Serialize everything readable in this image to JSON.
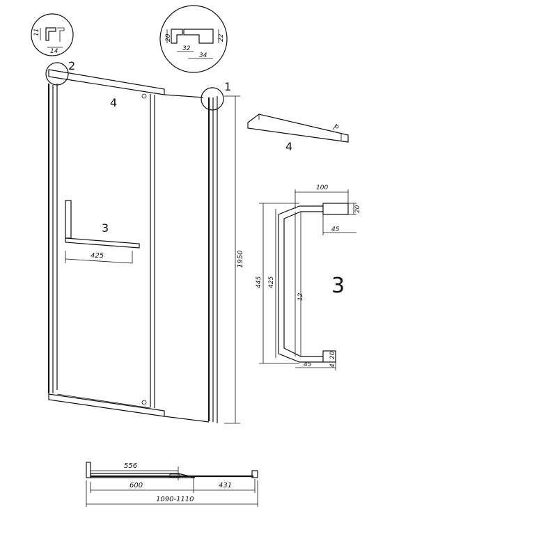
{
  "callouts": {
    "detail_1": "1",
    "detail_2": "2",
    "handle_front": "3",
    "rail_front": "4",
    "rail_detail": "4",
    "handle_detail": "3"
  },
  "detail_2_dims": {
    "height": "11",
    "width": "14"
  },
  "detail_1_dims": {
    "left_height": "20",
    "right_height": "22",
    "width_a": "32",
    "width_b": "34"
  },
  "door_dims": {
    "handle_width": "425",
    "total_height": "1950"
  },
  "handle_dims": {
    "top_offset": "100",
    "top_block": "20",
    "top_depth": "45",
    "outer_height": "445",
    "inner_height": "425",
    "bar": "12",
    "bottom_depth": "45",
    "bottom_block": "20",
    "bottom_gap": "4"
  },
  "plan_dims": {
    "door_opening": "556",
    "door_width": "600",
    "fixed_panel": "431",
    "overall": "1090-1110"
  }
}
